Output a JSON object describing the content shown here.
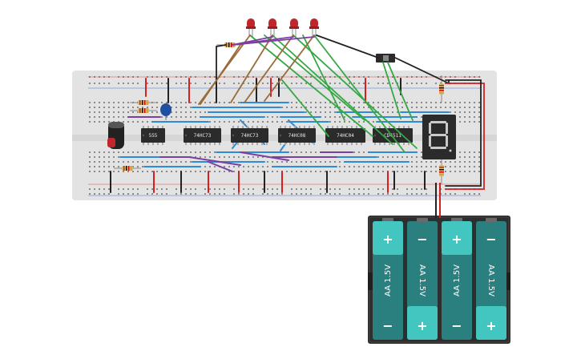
{
  "chips": [
    {
      "id": "chip-555",
      "label": "555"
    },
    {
      "id": "chip-74hc73-a",
      "label": "74HC73"
    },
    {
      "id": "chip-74hc73-b",
      "label": "74HC73"
    },
    {
      "id": "chip-74hc08",
      "label": "74HC08"
    },
    {
      "id": "chip-74hc04",
      "label": "74HC04"
    },
    {
      "id": "chip-cd4511",
      "label": "CD4511"
    }
  ],
  "battery": {
    "cells": [
      {
        "label": "AA 1.5V",
        "top_sign": "+",
        "bottom_sign": "−"
      },
      {
        "label": "AA 1.5V",
        "top_sign": "−",
        "bottom_sign": "+"
      },
      {
        "label": "AA 1.5V",
        "top_sign": "+",
        "bottom_sign": "−"
      },
      {
        "label": "AA 1.5V",
        "top_sign": "−",
        "bottom_sign": "+"
      }
    ]
  },
  "colors": {
    "breadboard": "#e3e3e3",
    "chip": "#2b2b2b",
    "battery_case": "#2e2e2e",
    "battery_cell": "#2a7f7f",
    "battery_cell_highlight": "#43c6c0",
    "led": "#c0272d",
    "wire_blue": "#2e8bd8",
    "wire_green": "#34a844",
    "wire_brown": "#9a6a3a",
    "wire_purple": "#7b3fa0",
    "wire_red": "#d42020",
    "wire_black": "#222222",
    "display_segment": "#c9c9c9"
  },
  "components": {
    "leds": 4,
    "seven_segment_display": 1,
    "electrolytic_capacitor": 1,
    "ceramic_capacitor": 1,
    "slide_switch": 1
  }
}
